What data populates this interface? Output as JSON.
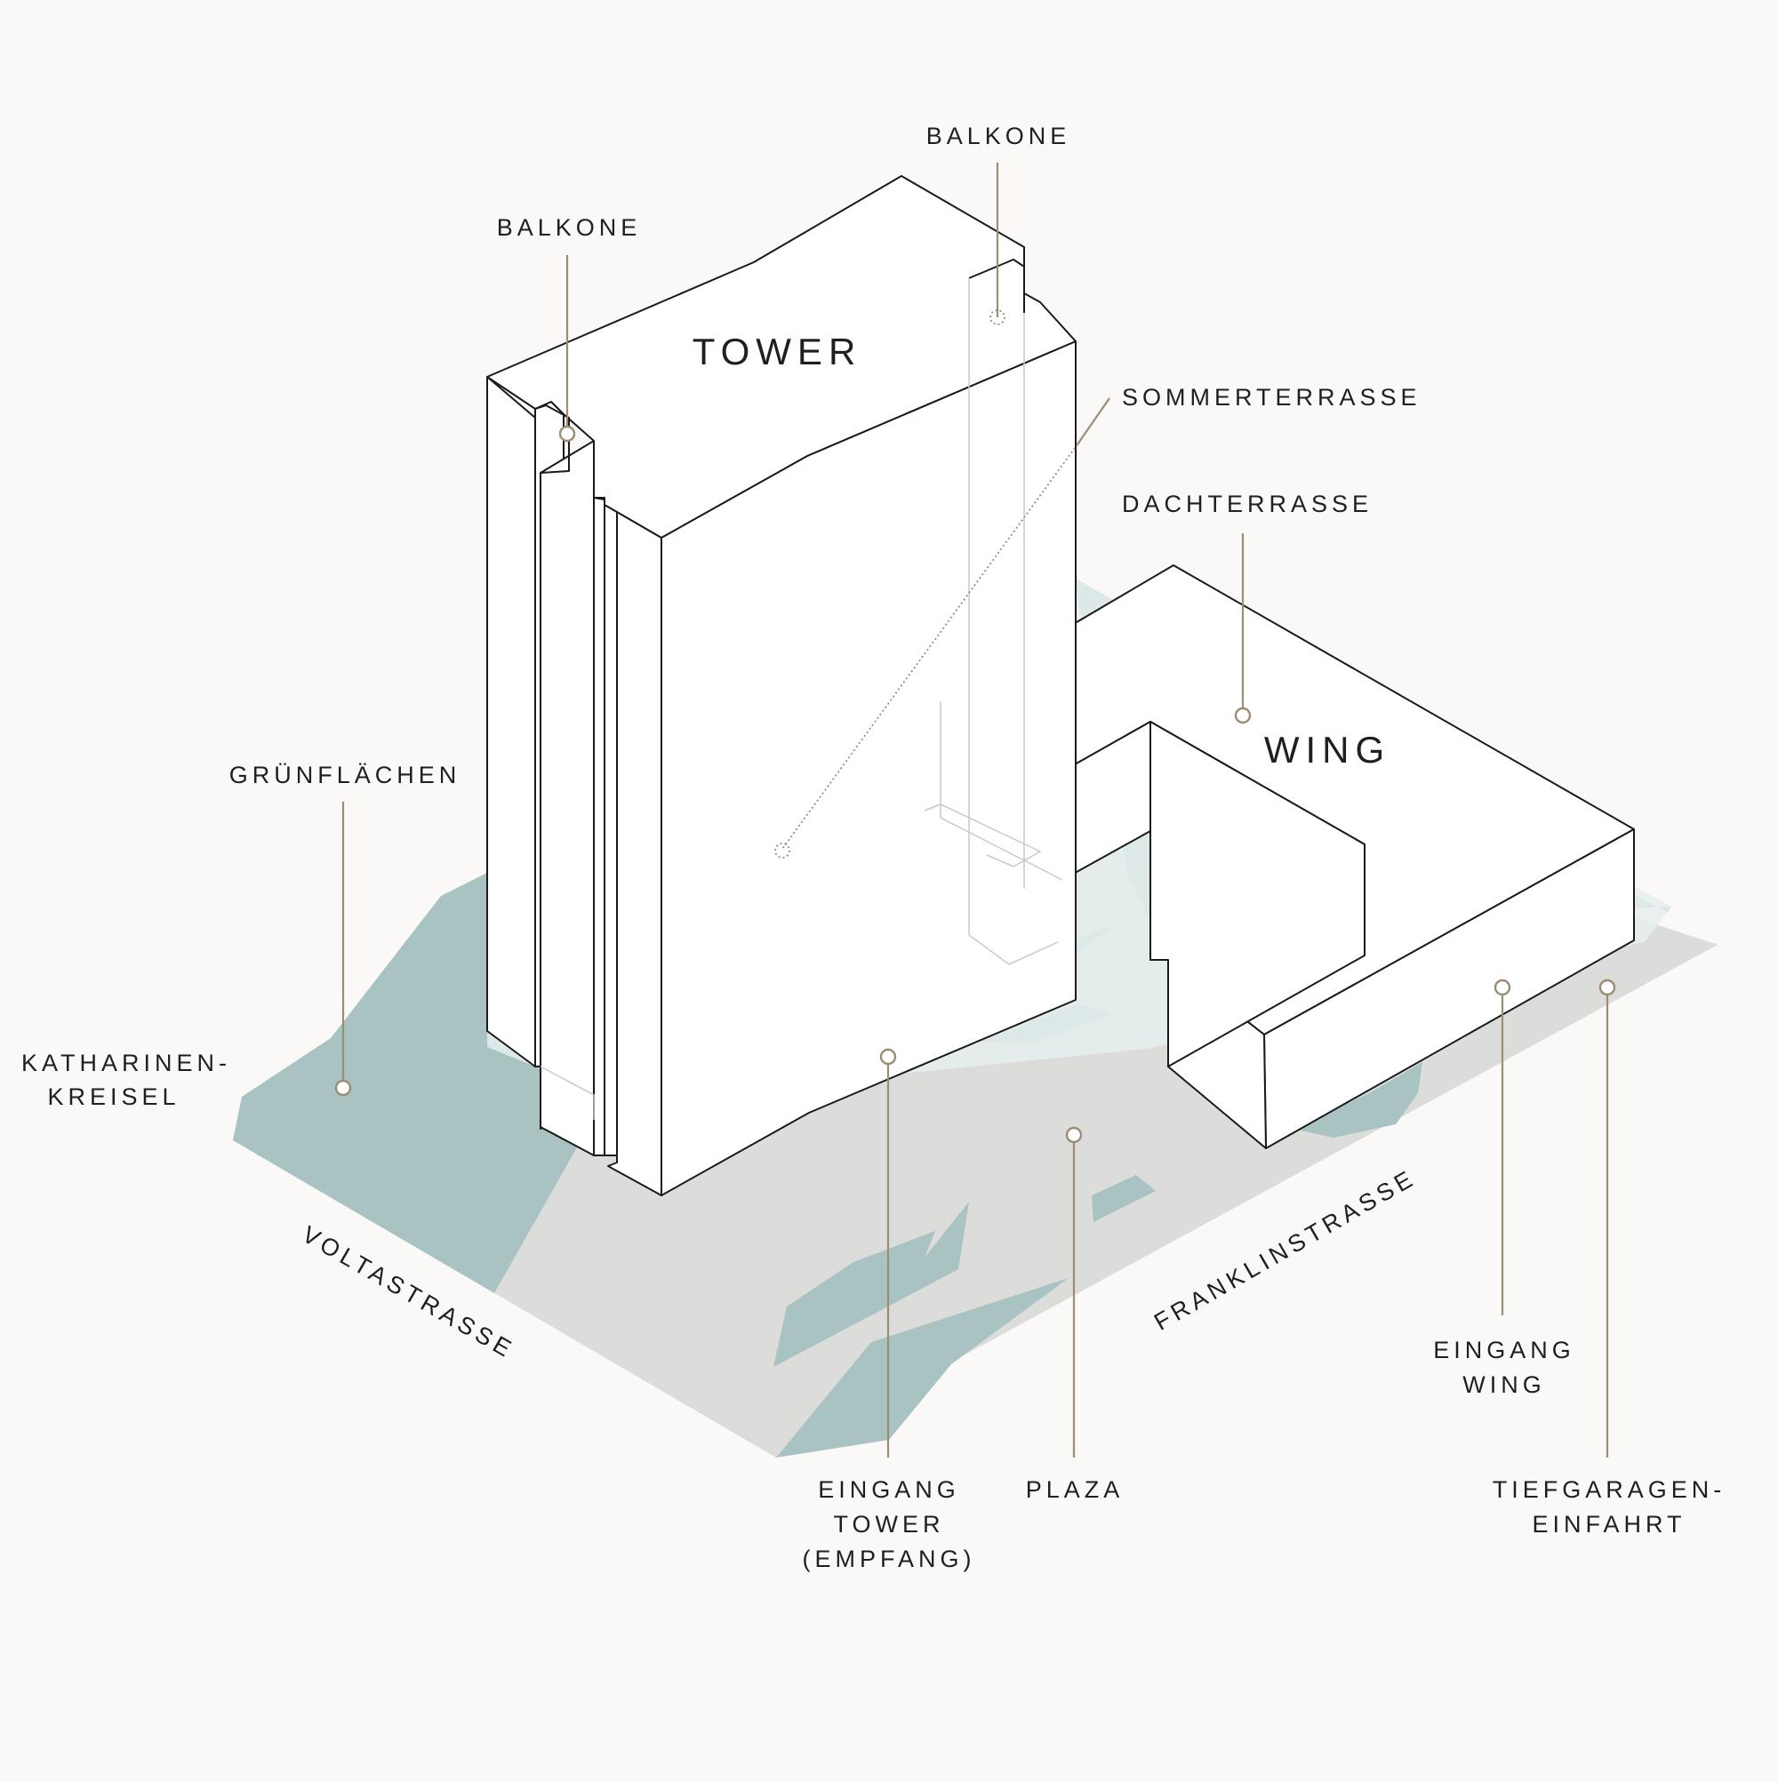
{
  "buildings": {
    "tower": "TOWER",
    "wing": "WING"
  },
  "labels": {
    "balkone_left": "BALKONE",
    "balkone_top": "BALKONE",
    "sommerterrasse": "SOMMERTERRASSE",
    "dachterrasse": "DACHTERRASSE",
    "gruenflaechen": "GRÜNFLÄCHEN",
    "katharinen_line1": "KATHARINEN-",
    "katharinen_line2": "KREISEL",
    "eingang_tower_line1": "EINGANG",
    "eingang_tower_line2": "TOWER",
    "eingang_tower_line3": "(EMPFANG)",
    "plaza": "PLAZA",
    "eingang_wing_line1": "EINGANG",
    "eingang_wing_line2": "WING",
    "tiefgarage_line1": "TIEFGARAGEN-",
    "tiefgarage_line2": "EINFAHRT"
  },
  "streets": {
    "voltastrasse": "VOLTASTRASSE",
    "franklinstrasse": "FRANKLINSTRASSE"
  },
  "colors": {
    "background": "#faf9f7",
    "ground": "#dcdcdb",
    "green_areas": "#a8c3c1",
    "glass_tint": "#e6efee",
    "roof_terrace": "#e7e5df",
    "leader_lines": "#9a8d73",
    "outline": "#1a1a1a"
  }
}
